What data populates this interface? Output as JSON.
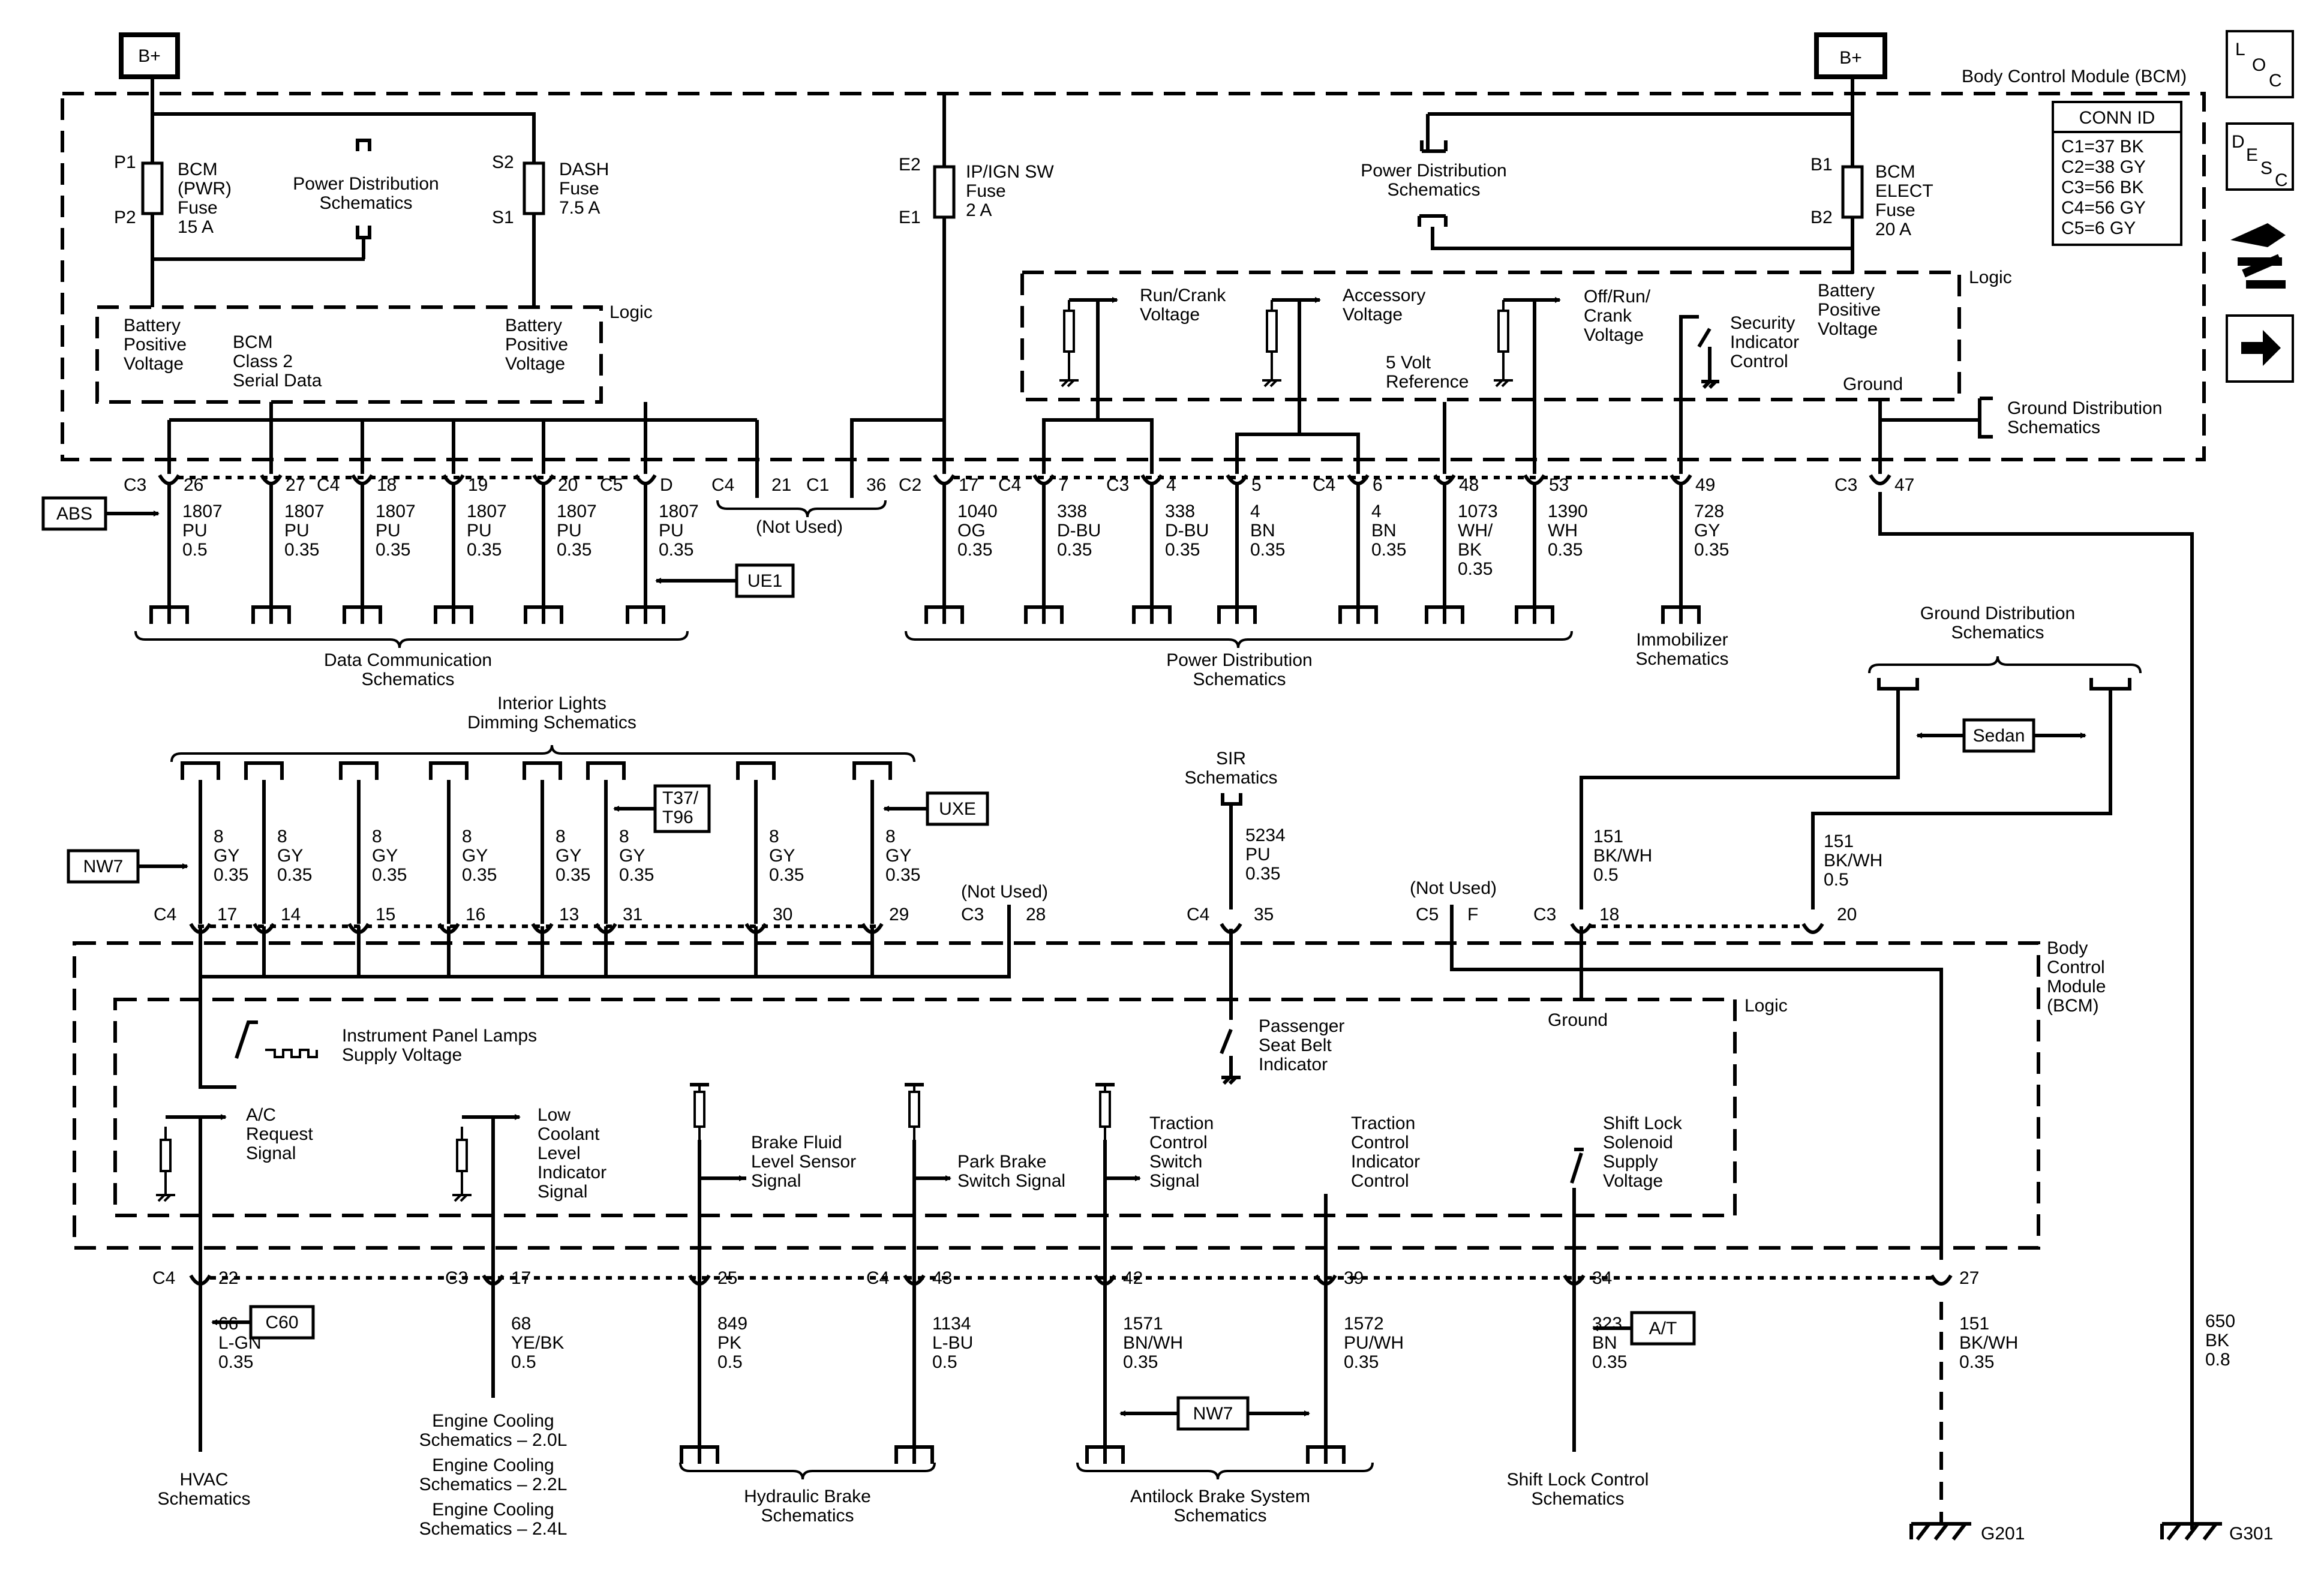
{
  "module_title": "Body Control Module (BCM)",
  "module_title_lower": [
    "Body",
    "Control",
    "Module",
    "(BCM)"
  ],
  "power": {
    "left": "B+",
    "right": "B+"
  },
  "icons": {
    "loc": {
      "l": "L",
      "o": "O",
      "c": "C"
    },
    "desc": {
      "d": "D",
      "e": "E",
      "s": "S",
      "c": "C"
    }
  },
  "conn_id": {
    "title": "CONN ID",
    "lines": [
      "C1=37 BK",
      "C2=38 GY",
      "C3=56 BK",
      "C4=56 GY",
      "C5=6 GY"
    ]
  },
  "fuses": {
    "bcm_pwr": {
      "pin_top": "P1",
      "pin_bottom": "P2",
      "lines": [
        "BCM",
        "(PWR)",
        "Fuse",
        "15 A"
      ]
    },
    "dash": {
      "pin_top": "S2",
      "pin_bottom": "S1",
      "lines": [
        "DASH",
        "Fuse",
        "7.5 A"
      ]
    },
    "ipign": {
      "pin_top": "E2",
      "pin_bottom": "E1",
      "lines": [
        "IP/IGN SW",
        "Fuse",
        "2 A"
      ]
    },
    "bcm_elect": {
      "pin_top": "B1",
      "pin_bottom": "B2",
      "lines": [
        "BCM",
        "ELECT",
        "Fuse",
        "20 A"
      ]
    }
  },
  "upper": {
    "pds_left": [
      "Power Distribution",
      "Schematics"
    ],
    "pds_right": [
      "Power Distribution",
      "Schematics"
    ],
    "logic": "Logic",
    "batt_left": [
      "Battery",
      "Positive",
      "Voltage"
    ],
    "class2": [
      "BCM",
      "Class 2",
      "Serial Data"
    ],
    "batt_mid": [
      "Battery",
      "Positive",
      "Voltage"
    ],
    "run_crank": [
      "Run/Crank",
      "Voltage"
    ],
    "accessory": [
      "Accessory",
      "Voltage"
    ],
    "off_run_crank": [
      "Off/Run/",
      "Crank",
      "Voltage"
    ],
    "five_volt": [
      "5 Volt",
      "Reference"
    ],
    "security": [
      "Security",
      "Indicator",
      "Control"
    ],
    "batt_right": [
      "Battery",
      "Positive",
      "Voltage"
    ],
    "ground": "Ground",
    "ground_dist": [
      "Ground Distribution",
      "Schematics"
    ],
    "not_used": "(Not Used)",
    "abs": "ABS",
    "ue1": "UE1",
    "data_comm": [
      "Data Communication",
      "Schematics"
    ],
    "power_dist": [
      "Power Distribution",
      "Schematics"
    ],
    "immobilizer": [
      "Immobilizer",
      "Schematics"
    ],
    "connectors": [
      {
        "conn": "C3",
        "pin": "26",
        "wire": [
          "1807",
          "PU",
          "0.5"
        ]
      },
      {
        "conn": "",
        "pin": "27",
        "wire": [
          "1807",
          "PU",
          "0.35"
        ]
      },
      {
        "conn": "C4",
        "pin": "18",
        "wire": [
          "1807",
          "PU",
          "0.35"
        ]
      },
      {
        "conn": "",
        "pin": "19",
        "wire": [
          "1807",
          "PU",
          "0.35"
        ]
      },
      {
        "conn": "",
        "pin": "20",
        "wire": [
          "1807",
          "PU",
          "0.35"
        ]
      },
      {
        "conn": "C5",
        "pin": "D",
        "wire": [
          "1807",
          "PU",
          "0.35"
        ]
      },
      {
        "conn": "C4",
        "pin": "21",
        "wire": []
      },
      {
        "conn": "C1",
        "pin": "36",
        "wire": []
      },
      {
        "conn": "C2",
        "pin": "17",
        "wire": [
          "1040",
          "OG",
          "0.35"
        ]
      },
      {
        "conn": "C4",
        "pin": "7",
        "wire": [
          "338",
          "D-BU",
          "0.35"
        ]
      },
      {
        "conn": "C3",
        "pin": "4",
        "wire": [
          "338",
          "D-BU",
          "0.35"
        ]
      },
      {
        "conn": "",
        "pin": "5",
        "wire": [
          "4",
          "BN",
          "0.35"
        ]
      },
      {
        "conn": "C4",
        "pin": "6",
        "wire": [
          "4",
          "BN",
          "0.35"
        ]
      },
      {
        "conn": "",
        "pin": "48",
        "wire": [
          "1073",
          "WH/",
          "BK",
          "0.35"
        ]
      },
      {
        "conn": "",
        "pin": "53",
        "wire": [
          "1390",
          "WH",
          "0.35"
        ]
      },
      {
        "conn": "",
        "pin": "49",
        "wire": [
          "728",
          "GY",
          "0.35"
        ]
      },
      {
        "conn": "C3",
        "pin": "47",
        "wire": []
      }
    ],
    "wire_650": [
      "650",
      "BK",
      "0.8"
    ]
  },
  "lower": {
    "interior_lights": [
      "Interior Lights",
      "Dimming Schematics"
    ],
    "t37": [
      "T37/",
      "T96"
    ],
    "uxe": "UXE",
    "nw7": "NW7",
    "sir": [
      "SIR",
      "Schematics"
    ],
    "sir_wire": [
      "5234",
      "PU",
      "0.35"
    ],
    "ground_dist": [
      "Ground Distribution",
      "Schematics"
    ],
    "sedan": "Sedan",
    "not_used_c3": "(Not Used)",
    "c3_28": {
      "conn": "C3",
      "pin": "28"
    },
    "not_used_c5": "(Not Used)",
    "c5_f": {
      "conn": "C5",
      "pin": "F"
    },
    "c4_35": {
      "conn": "C4",
      "pin": "35"
    },
    "c3_18": {
      "conn": "C3",
      "pin": "18",
      "wire": [
        "151",
        "BK/WH",
        "0.5"
      ]
    },
    "pin_20": {
      "pin": "20",
      "wire": [
        "151",
        "BK/WH",
        "0.5"
      ]
    },
    "top_pins": [
      {
        "conn": "C4",
        "pin": "17"
      },
      {
        "conn": "",
        "pin": "14"
      },
      {
        "conn": "",
        "pin": "15"
      },
      {
        "conn": "",
        "pin": "16"
      },
      {
        "conn": "",
        "pin": "13"
      },
      {
        "conn": "",
        "pin": "31"
      },
      {
        "conn": "",
        "pin": "30"
      },
      {
        "conn": "",
        "pin": "29"
      }
    ],
    "gy_wire": [
      "8",
      "GY",
      "0.35"
    ],
    "logic": "Logic",
    "ground": "Ground",
    "ip_lamps": [
      "Instrument Panel Lamps",
      "Supply Voltage"
    ],
    "pass_belt": [
      "Passenger",
      "Seat Belt",
      "Indicator"
    ],
    "ac_request": [
      "A/C",
      "Request",
      "Signal"
    ],
    "low_coolant": [
      "Low",
      "Coolant",
      "Level",
      "Indicator",
      "Signal"
    ],
    "brake_fluid": [
      "Brake Fluid",
      "Level Sensor",
      "Signal"
    ],
    "park_brake": [
      "Park Brake",
      "Switch Signal"
    ],
    "traction_switch": [
      "Traction",
      "Control",
      "Switch",
      "Signal"
    ],
    "traction_ind": [
      "Traction",
      "Control",
      "Indicator",
      "Control"
    ],
    "shift_lock": [
      "Shift Lock",
      "Solenoid",
      "Supply",
      "Voltage"
    ],
    "bottom_pins": [
      {
        "conn": "C4",
        "pin": "22",
        "wire": [
          "66",
          "L-GN",
          "0.35"
        ]
      },
      {
        "conn": "C3",
        "pin": "17",
        "wire": [
          "68",
          "YE/BK",
          "0.5"
        ]
      },
      {
        "conn": "",
        "pin": "25",
        "wire": [
          "849",
          "PK",
          "0.5"
        ]
      },
      {
        "conn": "C4",
        "pin": "43",
        "wire": [
          "1134",
          "L-BU",
          "0.5"
        ]
      },
      {
        "conn": "",
        "pin": "42",
        "wire": [
          "1571",
          "BN/WH",
          "0.35"
        ]
      },
      {
        "conn": "",
        "pin": "39",
        "wire": [
          "1572",
          "PU/WH",
          "0.35"
        ]
      },
      {
        "conn": "",
        "pin": "34",
        "wire": [
          "323",
          "BN",
          "0.35"
        ]
      },
      {
        "conn": "",
        "pin": "27",
        "wire": [
          "151",
          "BK/WH",
          "0.35"
        ]
      }
    ],
    "c60": "C60",
    "at": "A/T",
    "nw7_abs": "NW7",
    "hvac": [
      "HVAC",
      "Schematics"
    ],
    "engine_cooling": [
      "Engine Cooling",
      "Schematics – 2.0L",
      "Engine Cooling",
      "Schematics – 2.2L",
      "Engine Cooling",
      "Schematics – 2.4L"
    ],
    "hydraulic": [
      "Hydraulic Brake",
      "Schematics"
    ],
    "abs_sch": [
      "Antilock Brake System",
      "Schematics"
    ],
    "shift_lock_ctrl": [
      "Shift Lock Control",
      "Schematics"
    ],
    "g201": "G201",
    "g301": "G301"
  }
}
